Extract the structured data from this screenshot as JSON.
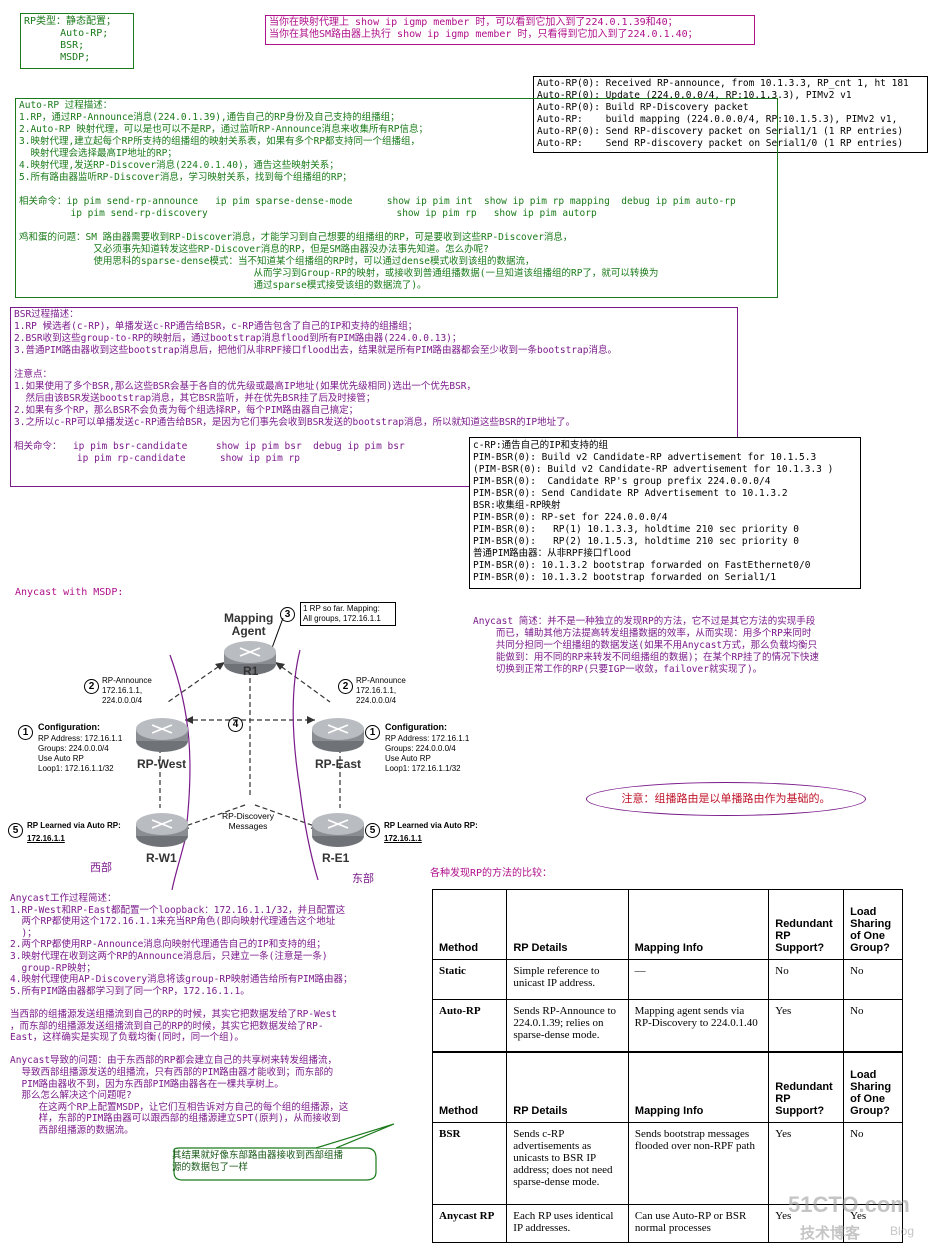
{
  "rp_type": {
    "lines": [
      "RP类型：静态配置；",
      "      Auto-RP;",
      "      BSR;",
      "      MSDP;"
    ]
  },
  "igmp_note": {
    "lines": [
      "当你在映射代理上 show ip igmp member 时，可以看到它加入到了224.0.1.39和40；",
      "当你在其他SM路由器上执行 show ip igmp member 时，只看得到它加入到了224.0.1.40；"
    ]
  },
  "autorp_debug": {
    "lines": [
      "Auto-RP(0): Received RP-announce, from 10.1.3.3, RP_cnt 1, ht 181",
      "Auto-RP(0): Update (224.0.0.0/4, RP:10.1.3.3), PIMv2 v1",
      "Auto-RP(0): Build RP-Discovery packet",
      "Auto-RP:    build mapping (224.0.0.0/4, RP:10.1.5.3), PIMv2 v1,",
      "Auto-RP(0): Send RP-discovery packet on Serial1/1 (1 RP entries)",
      "Auto-RP:    Send RP-discovery packet on Serial1/0 (1 RP entries)"
    ]
  },
  "autorp_process": {
    "lines": [
      "Auto-RP 过程描述：",
      "1.RP，通过RP-Announce消息(224.0.1.39),通告自己的RP身份及自己支持的组播组；",
      "2.Auto-RP 映射代理，可以是也可以不是RP，通过监听RP-Announce消息来收集所有RP信息；",
      "3.映射代理,建立起每个RP所支持的组播组的映射关系表，如果有多个RP都支持同一个组播组，",
      "  映射代理会选择最高IP地址的RP；",
      "4.映射代理,发送RP-Discover消息(224.0.1.40)，通告这些映射关系；",
      "5.所有路由器监听RP-Discover消息，学习映射关系，找到每个组播组的RP；",
      "",
      "相关命令：ip pim send-rp-announce   ip pim sparse-dense-mode      show ip pim int  show ip pim rp mapping  debug ip pim auto-rp",
      "         ip pim send-rp-discovery                                 show ip pim rp   show ip pim autorp",
      "",
      "鸡和蛋的问题：SM 路由器需要收到RP-Discover消息，才能学习到自己想要的组播组的RP，可是要收到这些RP-Discover消息，",
      "             又必须事先知道转发这些RP-Discover消息的RP，但是SM路由器没办法事先知道。怎么办呢?",
      "             使用思科的sparse-dense模式：当不知道某个组播组的RP时，可以通过dense模式收到该组的数据流，",
      "                                         从而学习到Group-RP的映射，或接收到普通组播数据(一旦知道该组播组的RP了，就可以转换为",
      "                                         通过sparse模式接受该组的数据流了)。"
    ]
  },
  "bsr_process": {
    "lines": [
      "BSR过程描述：",
      "1.RP 候选者(c-RP)，单播发送c-RP通告给BSR，c-RP通告包含了自己的IP和支持的组播组；",
      "2.BSR收到这些group-to-RP的映射后，通过bootstrap消息flood到所有PIM路由器(224.0.0.13)；",
      "3.普通PIM路由器收到这些bootstrap消息后，把他们从非RPF接口flood出去，结果就是所有PIM路由器都会至少收到一条bootstrap消息。",
      "",
      "注意点：",
      "1.如果使用了多个BSR,那么这些BSR会基于各自的优先级或最高IP地址(如果优先级相同)选出一个优先BSR，",
      "  然后由该BSR发送bootstrap消息，其它BSR监听，并在优先BSR挂了后及时接管；",
      "2.如果有多个RP，那么BSR不会负责为每个组选择RP，每个PIM路由器自己搞定；",
      "3.之所以c-RP可以单播发送c-RP通告给BSR，是因为它们事先会收到BSR发送的bootstrap消息，所以就知道这些BSR的IP地址了。",
      "",
      "相关命令：  ip pim bsr-candidate     show ip pim bsr  debug ip pim bsr",
      "           ip pim rp-candidate      show ip pim rp"
    ]
  },
  "bsr_debug": {
    "lines": [
      "c-RP:通告自己的IP和支持的组",
      "PIM-BSR(0): Build v2 Candidate-RP advertisement for 10.1.5.3",
      "(PIM-BSR(0): Build v2 Candidate-RP advertisement for 10.1.3.3 )",
      "PIM-BSR(0):  Candidate RP's group prefix 224.0.0.0/4",
      "PIM-BSR(0): Send Candidate RP Advertisement to 10.1.3.2",
      "BSR:收集组-RP映射",
      "PIM-BSR(0): RP-set for 224.0.0.0/4",
      "PIM-BSR(0):   RP(1) 10.1.3.3, holdtime 210 sec priority 0",
      "PIM-BSR(0):   RP(2) 10.1.5.3, holdtime 210 sec priority 0",
      "普通PIM路由器：从非RPF接口flood",
      "PIM-BSR(0): 10.1.3.2 bootstrap forwarded on FastEthernet0/0",
      "PIM-BSR(0): 10.1.3.2 bootstrap forwarded on Serial1/1"
    ]
  },
  "anycast_title": "Anycast with MSDP:",
  "diagram": {
    "mapping_agent": "Mapping\nAgent",
    "r1": "R1",
    "note3_num": "3",
    "note3": "1 RP so far. Mapping:\nAll groups, 172.16.1.1",
    "announce_left_num": "2",
    "announce_left": "RP-Announce\n172.16.1.1,\n224.0.0.0/4",
    "announce_right_num": "2",
    "announce_right": "RP-Announce\n172.16.1.1,\n224.0.0.0/4",
    "four": "4",
    "cfg_left_num": "1",
    "cfg_left_title": "Configuration:",
    "cfg_left": "RP Address: 172.16.1.1\nGroups: 224.0.0.0/4\nUse Auto RP\nLoop1: 172.16.1.1/32",
    "cfg_right_num": "1",
    "cfg_right_title": "Configuration:",
    "cfg_right": "RP Address: 172.16.1.1\nGroups: 224.0.0.0/4\nUse Auto RP\nLoop1: 172.16.1.1/32",
    "rp_west": "RP-West",
    "rp_east": "RP-East",
    "discovery": "RP-Discovery\nMessages",
    "learn_left_num": "5",
    "learn_left": "RP Learned via Auto RP:",
    "learn_left_ip": "172.16.1.1",
    "learn_right_num": "5",
    "learn_right": "RP Learned via Auto RP:",
    "learn_right_ip": "172.16.1.1",
    "rw1": "R-W1",
    "re1": "R-E1",
    "west_cn": "西部",
    "east_cn": "东部"
  },
  "anycast_summary": {
    "lines": [
      "Anycast 简述：并不是一种独立的发现RP的方法，它不过是其它方法的实现手段",
      "    而已，辅助其他方法提高转发组播数据的效率，从而实现：用多个RP来同时",
      "    共同分担同一个组播组的数据发送(如果不用Anycast方式，那么负载均衡只",
      "    能做到：用不同的RP来转发不同组播组的数据)；在某个RP挂了的情况下快速",
      "    切换到正常工作的RP(只要IGP一收敛，failover就实现了)。"
    ]
  },
  "note_oval": "注意：组播路由是以单播路由作为基础的。",
  "anycast_process": {
    "lines": [
      "Anycast工作过程简述：",
      "1.RP-West和RP-East都配置一个loopback：172.16.1.1/32，并且配置这",
      "  两个RP都使用这个172.16.1.1来充当RP角色(即向映射代理通告这个地址",
      "  )；",
      "2.两个RP都使用RP-Announce消息向映射代理通告自己的IP和支持的组；",
      "3.映射代理在收到这两个RP的Announce消息后，只建立一条(注意是一条)",
      "  group-RP映射；",
      "4.映射代理使用AP-Discovery消息将该group-RP映射通告给所有PIM路由器；",
      "5.所有PIM路由器都学习到了同一个RP，172.16.1.1。",
      "",
      "当西部的组播源发送组播流到自己的RP的时候，其实它把数据发给了RP-West",
      "，而东部的组播源发送组播流到自己的RP的时候，其实它把数据发给了RP-",
      "East，这样确实是实现了负载均衡(同时，同一个组)。",
      "",
      "Anycast导致的问题：由于东西部的RP都会建立自己的共享树来转发组播流，",
      "  导致西部组播源发送的组播流，只有西部的PIM路由器才能收到；而东部的",
      "  PIM路由器收不到，因为东西部PIM路由器各在一棵共享树上。",
      "  那么怎么解决这个问题呢?",
      "     在这两个RP上配置MSDP，让它们互相告诉对方自己的每个组的组播源，这",
      "     样，东部的PIM路由器可以跟西部的组播源建立SPT(原判)，从而接收到",
      "     西部组播源的数据流。"
    ]
  },
  "result_note": "其结果就好像东部路由器接收到西部组播\n源的数据包了一样",
  "compare_title": "各种发现RP的方法的比较：",
  "table1": {
    "headers": [
      "Method",
      "RP Details",
      "Mapping Info",
      "Redundant RP Support?",
      "Load Sharing of One Group?"
    ],
    "rows": [
      [
        "Static",
        "Simple reference to unicast IP address.",
        "—",
        "No",
        "No"
      ],
      [
        "Auto-RP",
        "Sends RP-Announce to 224.0.1.39; relies on sparse-dense mode.",
        "Mapping agent sends via RP-Discovery to 224.0.1.40",
        "Yes",
        "No"
      ]
    ]
  },
  "table2": {
    "headers": [
      "Method",
      "RP Details",
      "Mapping Info",
      "Redundant RP Support?",
      "Load Sharing of One Group?"
    ],
    "rows": [
      [
        "BSR",
        "Sends c-RP advertisements as unicasts to BSR IP address; does not need sparse-dense mode.",
        "Sends bootstrap messages flooded over non-RPF path",
        "Yes",
        "No"
      ],
      [
        "Anycast RP",
        "Each RP uses identical IP addresses.",
        "Can use Auto-RP or BSR normal processes",
        "Yes",
        "Yes"
      ]
    ]
  },
  "watermark": {
    "main": "51CTO.com",
    "sub": "技术博客",
    "blog": "Blog"
  }
}
